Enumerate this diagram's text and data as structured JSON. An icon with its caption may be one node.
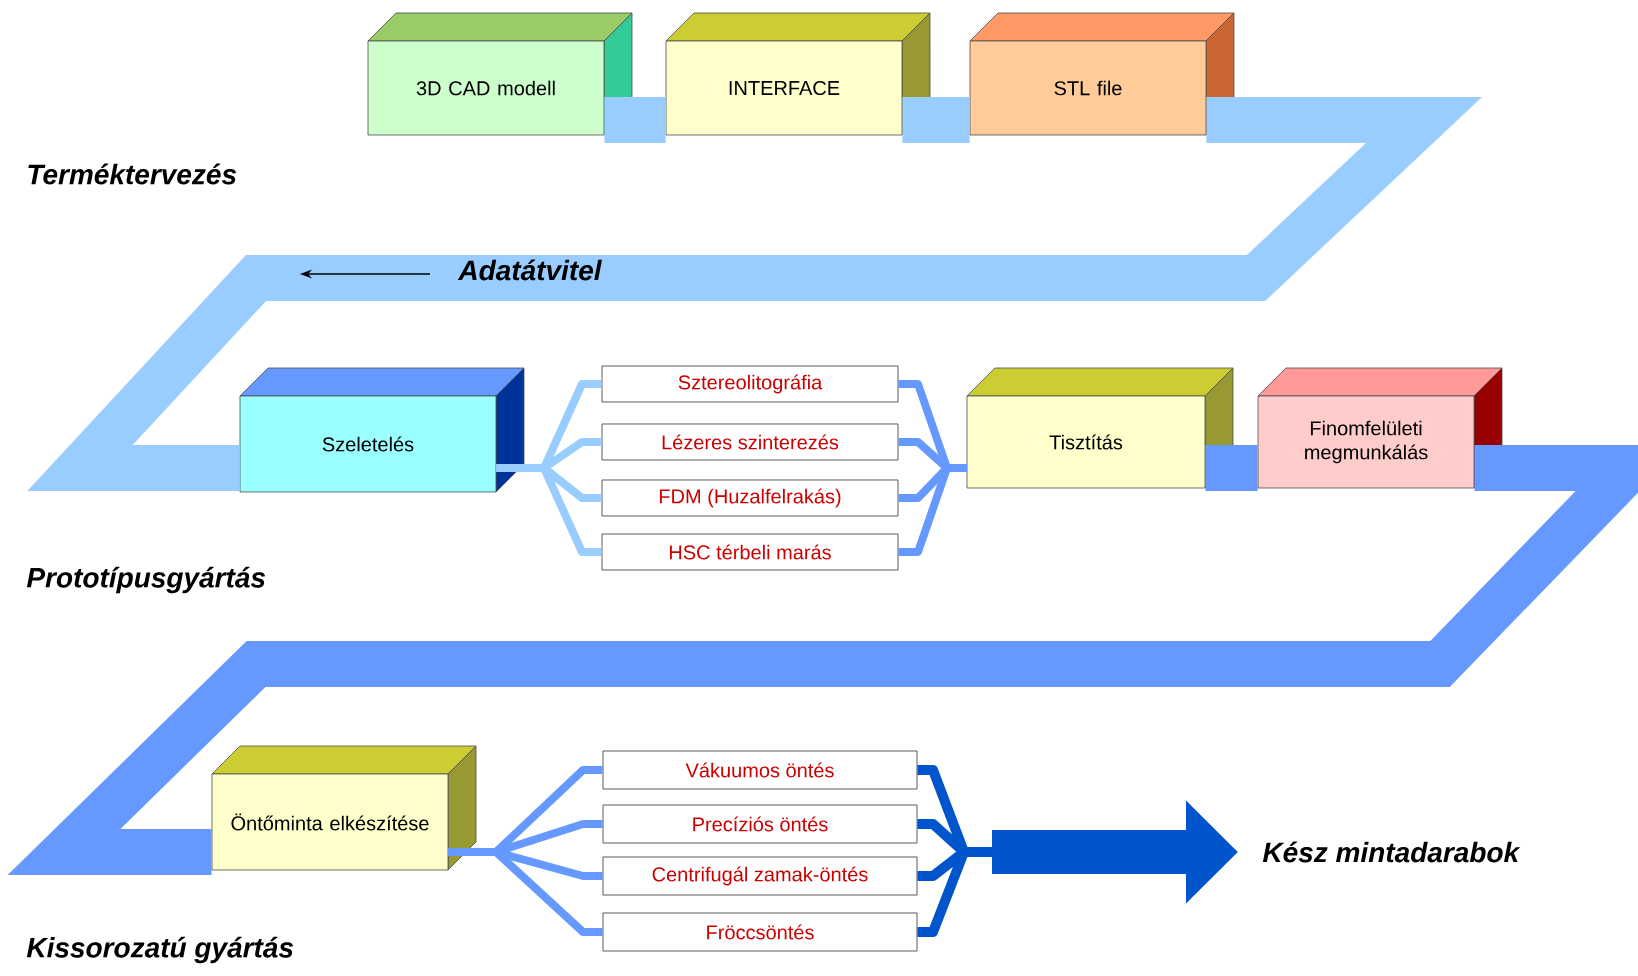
{
  "diagram": {
    "nodes": [
      {
        "text": [
          "3D CAD modell"
        ]
      },
      {
        "text": [
          "INTERFACE"
        ]
      },
      {
        "text": [
          "STL file"
        ]
      },
      {
        "text": [
          "Szeletelés"
        ]
      },
      {
        "text": [
          "Sztereolitográfia"
        ]
      },
      {
        "text": [
          "Lézeres szinterezés"
        ]
      },
      {
        "text": [
          "FDM (Huzalfelrakás)"
        ]
      },
      {
        "text": [
          "HSC térbeli marás"
        ]
      },
      {
        "text": [
          "Tisztítás"
        ]
      },
      {
        "text": [
          "Finomfelületi megmunkálás"
        ]
      },
      {
        "text": [
          "Öntőminta elkészítése"
        ]
      },
      {
        "text": [
          "Vákuumos öntés"
        ]
      },
      {
        "text": [
          "Precíziós öntés"
        ]
      },
      {
        "text": [
          "Centrifugál zamak-öntés"
        ]
      },
      {
        "text": [
          "Fröccsöntés"
        ]
      },
      {
        "text": [
          "Kész mintadarabok"
        ]
      }
    ],
    "edges": [
      {
        "from": 0,
        "to": 1,
        "arrow": "none",
        "style": "thick",
        "color": "#99ccff"
      },
      {
        "from": 1,
        "to": 2,
        "arrow": "none",
        "style": "thick",
        "color": "#99ccff"
      },
      {
        "from": 2,
        "to": 3,
        "arrow": "none",
        "style": "thick",
        "color": "#99ccff"
      },
      {
        "from": 3,
        "to": 4,
        "arrow": "none",
        "color": "#99ccff"
      },
      {
        "from": 3,
        "to": 5,
        "arrow": "none",
        "color": "#99ccff"
      },
      {
        "from": 3,
        "to": 6,
        "arrow": "none",
        "color": "#99ccff"
      },
      {
        "from": 3,
        "to": 7,
        "arrow": "none",
        "color": "#99ccff"
      },
      {
        "from": 4,
        "to": 8,
        "arrow": "none",
        "color": "#6699ff"
      },
      {
        "from": 5,
        "to": 8,
        "arrow": "none",
        "color": "#6699ff"
      },
      {
        "from": 6,
        "to": 8,
        "arrow": "none",
        "color": "#6699ff"
      },
      {
        "from": 7,
        "to": 8,
        "arrow": "none",
        "color": "#6699ff"
      },
      {
        "from": 8,
        "to": 9,
        "arrow": "none",
        "style": "thick",
        "color": "#6699ff"
      },
      {
        "from": 9,
        "to": 10,
        "arrow": "none",
        "style": "thick",
        "color": "#6699ff"
      },
      {
        "from": 10,
        "to": 11,
        "arrow": "none",
        "color": "#6699ff"
      },
      {
        "from": 10,
        "to": 12,
        "arrow": "none",
        "color": "#6699ff"
      },
      {
        "from": 10,
        "to": 13,
        "arrow": "none",
        "color": "#6699ff"
      },
      {
        "from": 10,
        "to": 14,
        "arrow": "none",
        "color": "#6699ff"
      },
      {
        "from": 11,
        "to": 15,
        "arrow": "to",
        "style": "thick",
        "color": "#0055cc"
      },
      {
        "from": 12,
        "to": 15,
        "arrow": "to",
        "style": "thick",
        "color": "#0055cc"
      },
      {
        "from": 13,
        "to": 15,
        "arrow": "to",
        "style": "thick",
        "color": "#0055cc"
      },
      {
        "from": 14,
        "to": 15,
        "arrow": "to",
        "style": "thick",
        "color": "#0055cc"
      }
    ],
    "labels": [
      "Terméktervezés",
      "Adatátvitel",
      "Prototípusgyártás",
      "Kissorozatú gyártás"
    ]
  }
}
